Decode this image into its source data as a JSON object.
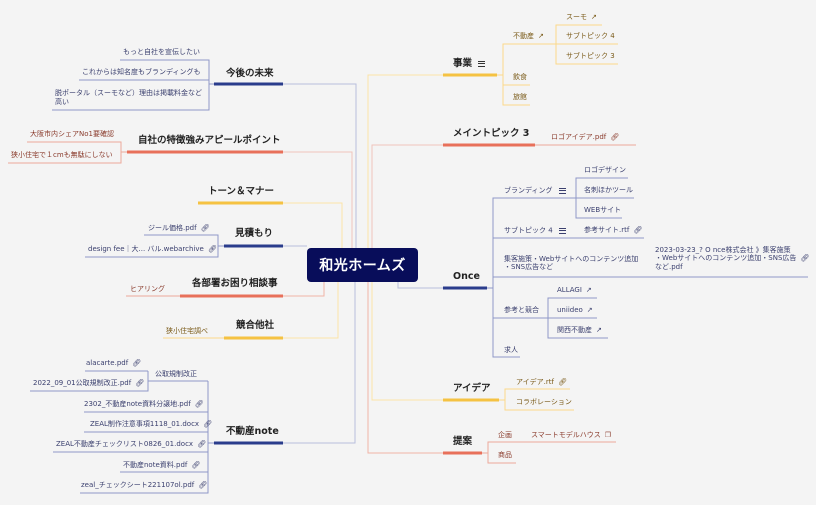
{
  "center": {
    "label": "和光ホームズ"
  },
  "colors": {
    "blue": "#1e3a8a",
    "red": "#e8705a",
    "yellow": "#f5c242",
    "center_bg": "#080d5a",
    "bg": "#f4f4f4"
  },
  "left": {
    "future": {
      "label": "今後の未来",
      "children": [
        "もっと自社を宣伝したい",
        "これからは知名度もブランディングも",
        "脱ポータル（スーモなど）理由は掲載料金など",
        "高い"
      ]
    },
    "strength": {
      "label": "自社の特徴強みアピールポイント",
      "children": [
        "大阪市内シェアNo1要確認",
        "狭小住宅で１cmも無駄にしない"
      ]
    },
    "tone": {
      "label": "トーン＆マナー"
    },
    "estimate": {
      "label": "見積もり",
      "children": [
        "ジール価格.pdf",
        "design fee｜大... バル.webarchive"
      ]
    },
    "consult": {
      "label": "各部署お困り相談事",
      "children": [
        "ヒアリング"
      ]
    },
    "competitor": {
      "label": "競合他社",
      "children": [
        "狭小住宅調べ"
      ]
    },
    "note": {
      "label": "不動産note",
      "group": {
        "label": "公取規制改正",
        "children": [
          "alacarte.pdf",
          "2022_09_01公取規制改正.pdf"
        ]
      },
      "children": [
        "2302_不動産note資料分譲地.pdf",
        "ZEAL制作注意事項1118_01.docx",
        "ZEAL不動産チェックリスト0826_01.docx",
        "不動産note資料.pdf",
        "zeal_チェックシート221107ol.pdf"
      ]
    }
  },
  "right": {
    "business": {
      "label": "事業",
      "realestate": {
        "label": "不動産",
        "children": [
          "スーモ",
          "サブトピック 4",
          "サブトピック 3"
        ]
      },
      "children": [
        "飲食",
        "旅館"
      ]
    },
    "main3": {
      "label": "メイントピック 3",
      "children": [
        "ロゴアイデア.pdf"
      ]
    },
    "once": {
      "label": "Once",
      "branding": {
        "label": "ブランディング",
        "children": [
          "ロゴデザイン",
          "名刺ほかツール",
          "WEBサイト"
        ]
      },
      "subtopic4": {
        "label": "サブトピック 4",
        "children": [
          "参考サイト.rtf"
        ]
      },
      "marketing": {
        "label_line1": "集客施策・Webサイトへのコンテンツ追加",
        "label_line2": "・SNS広告など",
        "file_line1": "2023-03-23_? O nce株式会社 》集客施策",
        "file_line2": "・Webサイトへのコンテンツ追加・SNS広告",
        "file_line3": "など.pdf"
      },
      "reference": {
        "label": "参考と競合",
        "children": [
          "ALLAGI",
          "uniideo",
          "関西不動産"
        ]
      },
      "recruit": {
        "label": "求人"
      }
    },
    "idea": {
      "label": "アイデア",
      "children": [
        "アイデア.rtf",
        "コラボレーション"
      ]
    },
    "proposal": {
      "label": "提案",
      "plan": {
        "label": "企画",
        "children": [
          "スマートモデルハウス"
        ]
      },
      "children": [
        "商品"
      ]
    }
  }
}
